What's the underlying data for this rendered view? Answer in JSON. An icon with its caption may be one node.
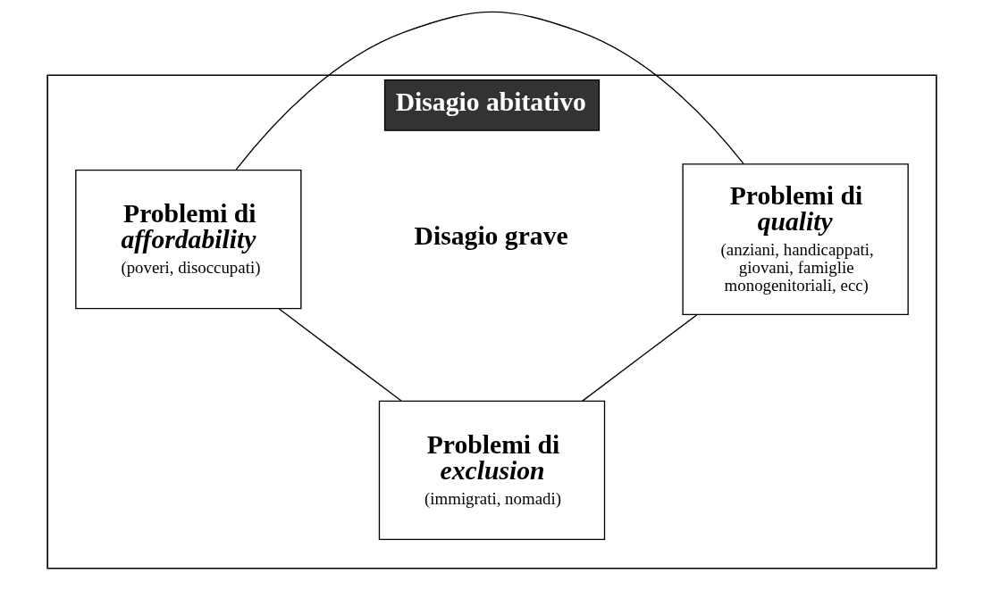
{
  "diagram": {
    "nodes": [
      {
        "text": [
          "Disagio abitativo"
        ]
      },
      {
        "text": [
          "Problemi di *affordability*",
          "(poveri, disoccupati)"
        ],
        "in": 0
      },
      {
        "text": [
          "Problemi di *quality*",
          "(anziani, handicappati, giovani, famiglie monogenitoriali, ecc)"
        ],
        "in": 0
      },
      {
        "text": [
          "Problemi di *exclusion*",
          "(immigrati, nomadi)"
        ],
        "in": 0
      }
    ],
    "edges": [
      {
        "from": 1,
        "to": 2,
        "arrow": "none"
      },
      {
        "from": 1,
        "to": 3,
        "arrow": "none"
      },
      {
        "from": 2,
        "to": 3,
        "arrow": "none"
      }
    ],
    "labels": [
      "Disagio grave"
    ]
  }
}
